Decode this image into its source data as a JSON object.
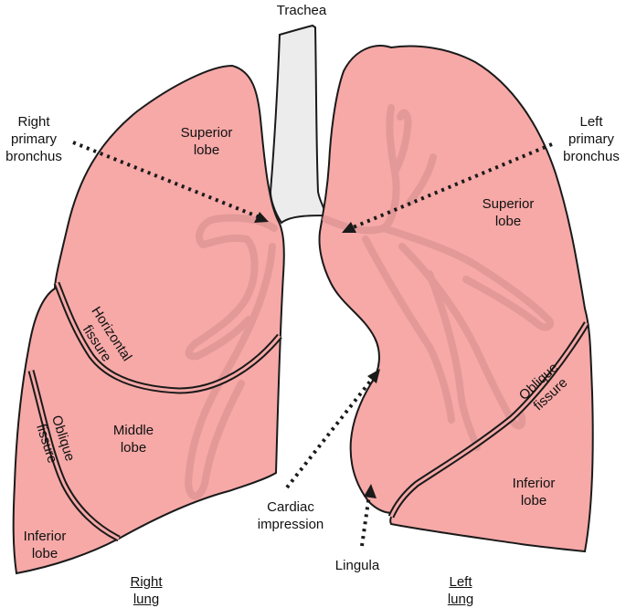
{
  "labels": {
    "trachea": "Trachea",
    "right_primary_bronchus": [
      "Right",
      "primary",
      "bronchus"
    ],
    "left_primary_bronchus": [
      "Left",
      "primary",
      "bronchus"
    ],
    "right_superior_lobe": [
      "Superior",
      "lobe"
    ],
    "left_superior_lobe": [
      "Superior",
      "lobe"
    ],
    "horizontal_fissure": [
      "Horizontal",
      "fissure"
    ],
    "right_oblique_fissure": [
      "Oblique",
      "fissure"
    ],
    "left_oblique_fissure": [
      "Oblique",
      "fissure"
    ],
    "middle_lobe": [
      "Middle",
      "lobe"
    ],
    "right_inferior_lobe": [
      "Inferior",
      "lobe"
    ],
    "left_inferior_lobe": [
      "Inferior",
      "lobe"
    ],
    "cardiac_impression": [
      "Cardiac",
      "impression"
    ],
    "lingula": "Lingula",
    "right_lung": [
      "Right",
      "lung"
    ],
    "left_lung": [
      "Left",
      "lung"
    ]
  },
  "colors": {
    "lung_fill": "#f6a9a7",
    "trachea_fill": "#ececec",
    "outline": "#1a1a1a",
    "bronchial_tree": "#d48c8c"
  }
}
